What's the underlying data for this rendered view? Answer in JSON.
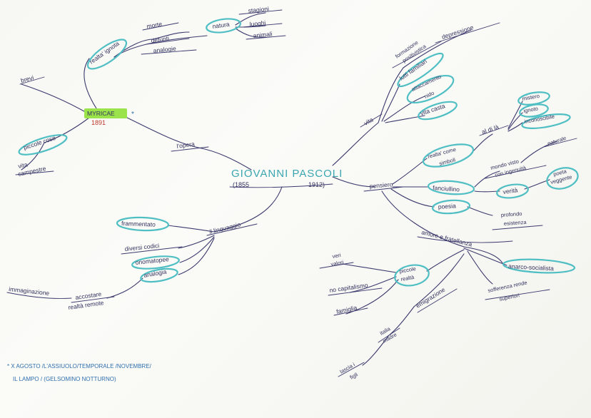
{
  "center": {
    "title": "GIOVANNI PASCOLI",
    "birth": "(1855",
    "death": "1912)"
  },
  "left": {
    "opera": "l'opera",
    "myricae": {
      "title": "MYRICAE",
      "year": "1891",
      "star": "*"
    },
    "brevi": "brevi",
    "piccole_cose": "piccole cose",
    "vita_campestre": [
      "vita",
      "campestre"
    ],
    "realta_ignota": "realta' ignota",
    "morte": "morte",
    "defunti": "defunti",
    "analogie": "analogie",
    "natura": "natura",
    "stagioni": "stagioni",
    "luoghi": "luoghi",
    "animali": "animali",
    "linguaggio": "il linguaggio",
    "frammentato": "frammentato",
    "diversi_codici": "diversi codici",
    "onomatopee": "onomatopee",
    "analogia": "analogia",
    "accostare": "accostare",
    "realta_remote": "realtà remote",
    "immaginazione": "immaginazione"
  },
  "right": {
    "vita": "vita",
    "formazione": [
      "formazione",
      "positivistica"
    ],
    "depressione": "depressione",
    "lutti": "lutti familiari",
    "attaccamento": [
      "attaccamento",
      "nido"
    ],
    "vita_casta": "vita casta",
    "pensiero": "pensiero",
    "realta_simboli": [
      "realta' come",
      "simboli"
    ],
    "al_di_la": "al di là",
    "mistero": "mistero",
    "ignoto": "ignoto",
    "inconoscibile": "inconoscibile",
    "fanciullino": "fanciullino",
    "mondo_visto": [
      "mondo visto",
      "con ingenuità"
    ],
    "naturale": "naturale",
    "verita": "verità",
    "poesia_poeta": [
      "poeta",
      "veggente"
    ],
    "poesia": "poesia",
    "profondo": [
      "profondo",
      "esistenza"
    ],
    "amore": "amore e fratellanza",
    "anarco": "anarco-socialista",
    "sofferenza": [
      "sofferenza rende",
      "superiori"
    ],
    "veri_valori": [
      "veri",
      "valori"
    ],
    "piccole_realta": [
      "piccole",
      "realtà"
    ],
    "no_capitalismo": "no capitalismo",
    "famiglia": "famiglia",
    "emigrazione": "emigrazione",
    "italia_madre": [
      "italia",
      "madre"
    ],
    "lascia_figli": [
      "lascia i",
      "figli"
    ]
  },
  "footnote": {
    "line1": "* X AGOSTO /L'ASSIUOLO/TEMPORALE /NOVEMBRE/",
    "line2": "IL LAMPO / (GELSOMINO NOTTURNO)"
  }
}
